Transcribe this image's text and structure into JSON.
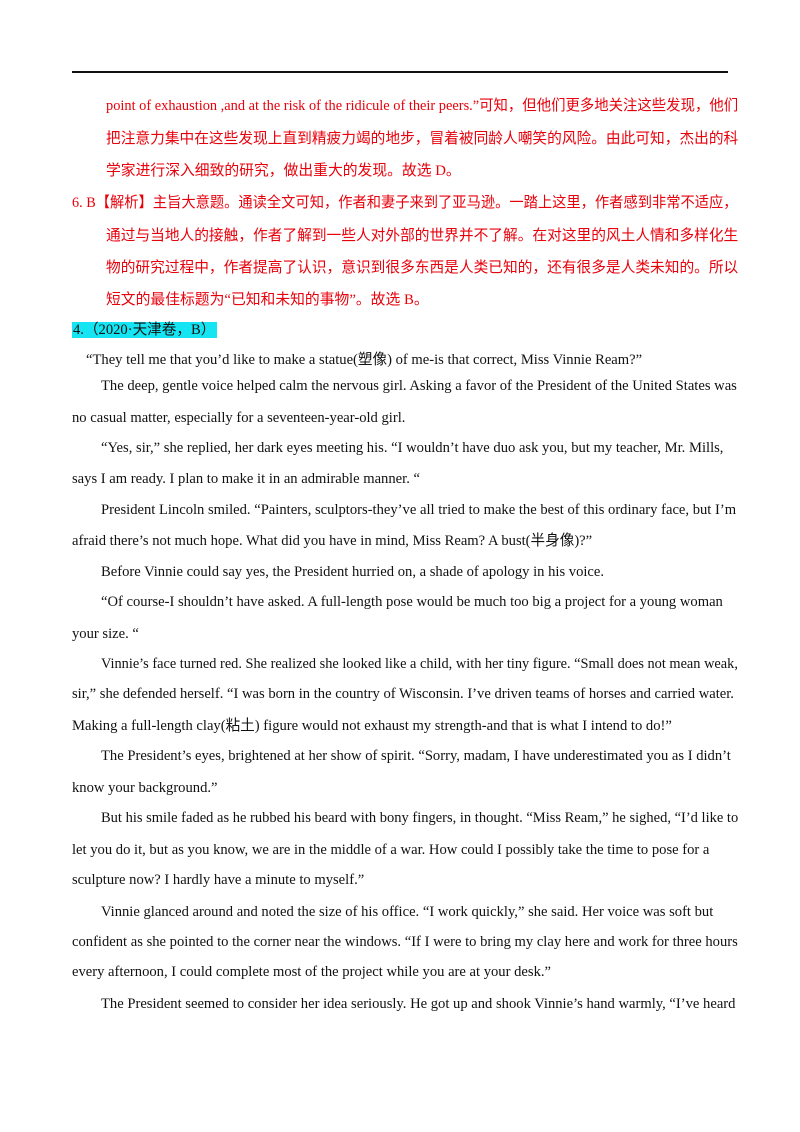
{
  "answer_block": {
    "continuation": [
      "point of exhaustion ,and at the risk of the ridicule of their peers.”可知，但他们更多地关注这些发现，他们",
      "把注意力集中在这些发现上直到精疲力竭的地步，冒着被同龄人嘲笑的风险。由此可知，杰出的科",
      "学家进行深入细致的研究，做出重大的发现。故选 D。"
    ],
    "q6": [
      "6. B【解析】主旨大意题。通读全文可知，作者和妻子来到了亚马逊。一踏上这里，作者感到非常不适应，",
      "通过与当地人的接触，作者了解到一些人对外部的世界并不了解。在对这里的风土人情和多样化生",
      "物的研究过程中，作者提高了认识，意识到很多东西是人类已知的，还有很多是人类未知的。所以",
      "短文的最佳标题为“已知和未知的事物”。故选 B。"
    ]
  },
  "passage_tag": "4.（2020·天津卷，B）",
  "passage_lines": [
    "“They tell me that you’d like to make a statue(塑像) of me-is that correct, Miss Vinnie Ream?”",
    "The deep, gentle voice helped calm the nervous girl. Asking a favor of the President of the United States was",
    "no casual matter, especially for a seventeen-year-old girl.",
    "“Yes, sir,” she replied, her dark eyes meeting his. “I wouldn’t have duo ask you, but my teacher, Mr. Mills,",
    "says I am ready. I plan to make it in an admirable manner. “",
    "President Lincoln smiled. “Painters, sculptors-they’ve all tried to make the best of this ordinary face, but I’m",
    "afraid there’s not much hope. What did you have in mind, Miss Ream? A bust(半身像)?”",
    "Before Vinnie could say yes, the President hurried on, a shade of apology in his voice.",
    "“Of course-I shouldn’t have asked. A full-length pose would be much too big a project for a young woman",
    "your size. “",
    "Vinnie’s face turned red. She realized she looked like a child, with her tiny figure. “Small does not mean weak,",
    "sir,” she defended herself. “I was born in the country of Wisconsin. I’ve driven teams of horses and carried water.",
    "Making a full-length clay(粘土) figure would not exhaust my strength-and that is what I intend to do!”",
    "The President’s eyes, brightened at her show of spirit. “Sorry, madam, I have underestimated you as I didn’t",
    "know your background.”",
    "But his smile faded as he rubbed his beard with bony fingers, in thought. “Miss Ream,” he sighed, “I’d like to",
    "let you do it, but as you know, we are in the middle of a war. How could I possibly take the time to pose for a",
    "sculpture now? I hardly have a minute to myself.”",
    "Vinnie glanced around and noted the size of his office. “I work quickly,” she said. Her voice was soft but",
    "confident as she pointed to the corner near the windows. “If I were to bring my clay here and work for three hours",
    "every afternoon, I could complete most of the project while you are at your desk.”",
    "The President seemed to consider her idea seriously. He got up and shook Vinnie’s hand warmly, “I’ve heard"
  ],
  "colors": {
    "answer_text": "#e8000b",
    "body_text": "#111111",
    "tag_highlight": "#15e4f2"
  }
}
